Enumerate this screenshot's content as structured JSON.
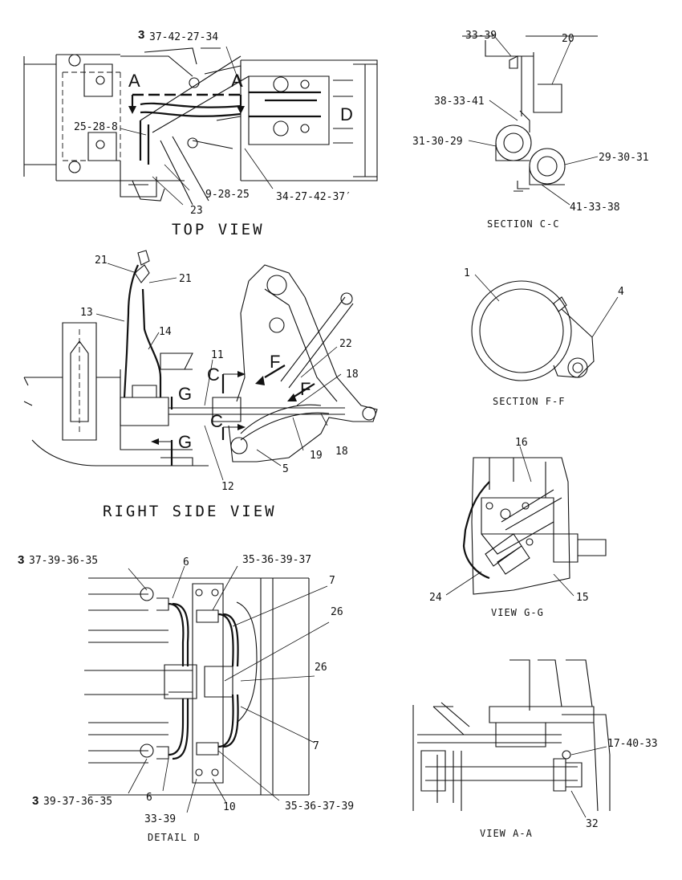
{
  "views": {
    "top": {
      "title": "TOP VIEW",
      "marks": {
        "a_left": "A",
        "a_right": "A",
        "d": "D"
      },
      "labels": {
        "note3": "3",
        "l_37_42_27_34": "37-42-27-34",
        "l_25_28_8": "25-28-8",
        "l_9_28_25": "9-28-25",
        "l_23": "23",
        "l_34_27_42_37": "34-27-42-37′"
      }
    },
    "section_cc": {
      "title": "SECTION C-C",
      "labels": {
        "l_33_39": "33-39",
        "l_20": "20",
        "l_38_33_41": "38-33-41",
        "l_31_30_29": "31-30-29",
        "l_29_30_31": "29-30-31",
        "l_41_33_38": "41-33-38"
      }
    },
    "right_side": {
      "title": "RIGHT SIDE VIEW",
      "marks": {
        "c_top": "C",
        "c_bottom": "C",
        "f_top": "F",
        "f_bottom": "F",
        "g_top": "G",
        "g_bottom": "G"
      },
      "labels": {
        "l_21a": "21",
        "l_21b": "21",
        "l_13": "13",
        "l_14": "14",
        "l_11": "11",
        "l_22": "22",
        "l_18a": "18",
        "l_18b": "18",
        "l_19": "19",
        "l_5": "5",
        "l_12": "12"
      }
    },
    "section_ff": {
      "title": "SECTION F-F",
      "labels": {
        "l_1": "1",
        "l_4": "4"
      }
    },
    "view_gg": {
      "title": "VIEW G-G",
      "labels": {
        "l_16": "16",
        "l_24": "24",
        "l_15": "15"
      }
    },
    "detail_d": {
      "title": "DETAIL D",
      "labels": {
        "note3a": "3",
        "l_37_39_36_35": "37-39-36-35",
        "l_6a": "6",
        "l_35_36_39_37": "35-36-39-37",
        "l_7a": "7",
        "l_26a": "26",
        "l_26b": "26",
        "l_7b": "7",
        "note3b": "3",
        "l_39_37_36_35": "39-37-36-35",
        "l_6b": "6",
        "l_33_39": "33-39",
        "l_10": "10",
        "l_35_36_37_39": "35-36-37-39"
      }
    },
    "view_aa": {
      "title": "VIEW A-A",
      "labels": {
        "l_17_40_33": "17-40-33",
        "l_32": "32"
      }
    }
  }
}
